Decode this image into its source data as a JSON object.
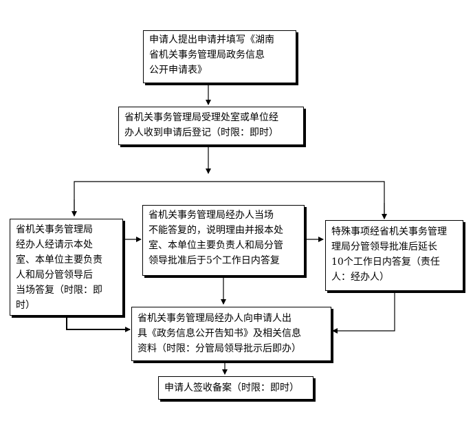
{
  "flow": {
    "step1": {
      "lines": [
        "申请人提出申请并填写《湖南",
        "省机关事务管理局政务信息",
        "公开申请表》"
      ]
    },
    "step2": {
      "lines": [
        "省机关事务管理局受理处室或单位经",
        "办人收到申请后登记（时限：即时）"
      ]
    },
    "left": {
      "lines": [
        "省机关事务管理局",
        "经办人经请示本处",
        "室、本单位主要负责",
        "人和局分管领导后",
        "当场答复（时限：即",
        "时）"
      ]
    },
    "middle": {
      "lines": [
        "省机关事务管理局经办人当场",
        "不能答复的，说明理由并报本处",
        "室、本单位主要负责人和局分管",
        "领导批准后于5个工作日内答复"
      ]
    },
    "right": {
      "lines": [
        "特殊事项经省机关事务管理",
        "理局分管领导批准后延长",
        "10个工作日内答复（责任",
        "人：经办人）"
      ]
    },
    "step4": {
      "lines": [
        "省机关事务管理局经办人向申请人出",
        "具《政务信息公开告知书》及相关信息",
        "资料（时限：分管局领导批示后即办）"
      ]
    },
    "step5": {
      "lines": [
        "申请人签收备案（时限：即时）"
      ]
    }
  }
}
